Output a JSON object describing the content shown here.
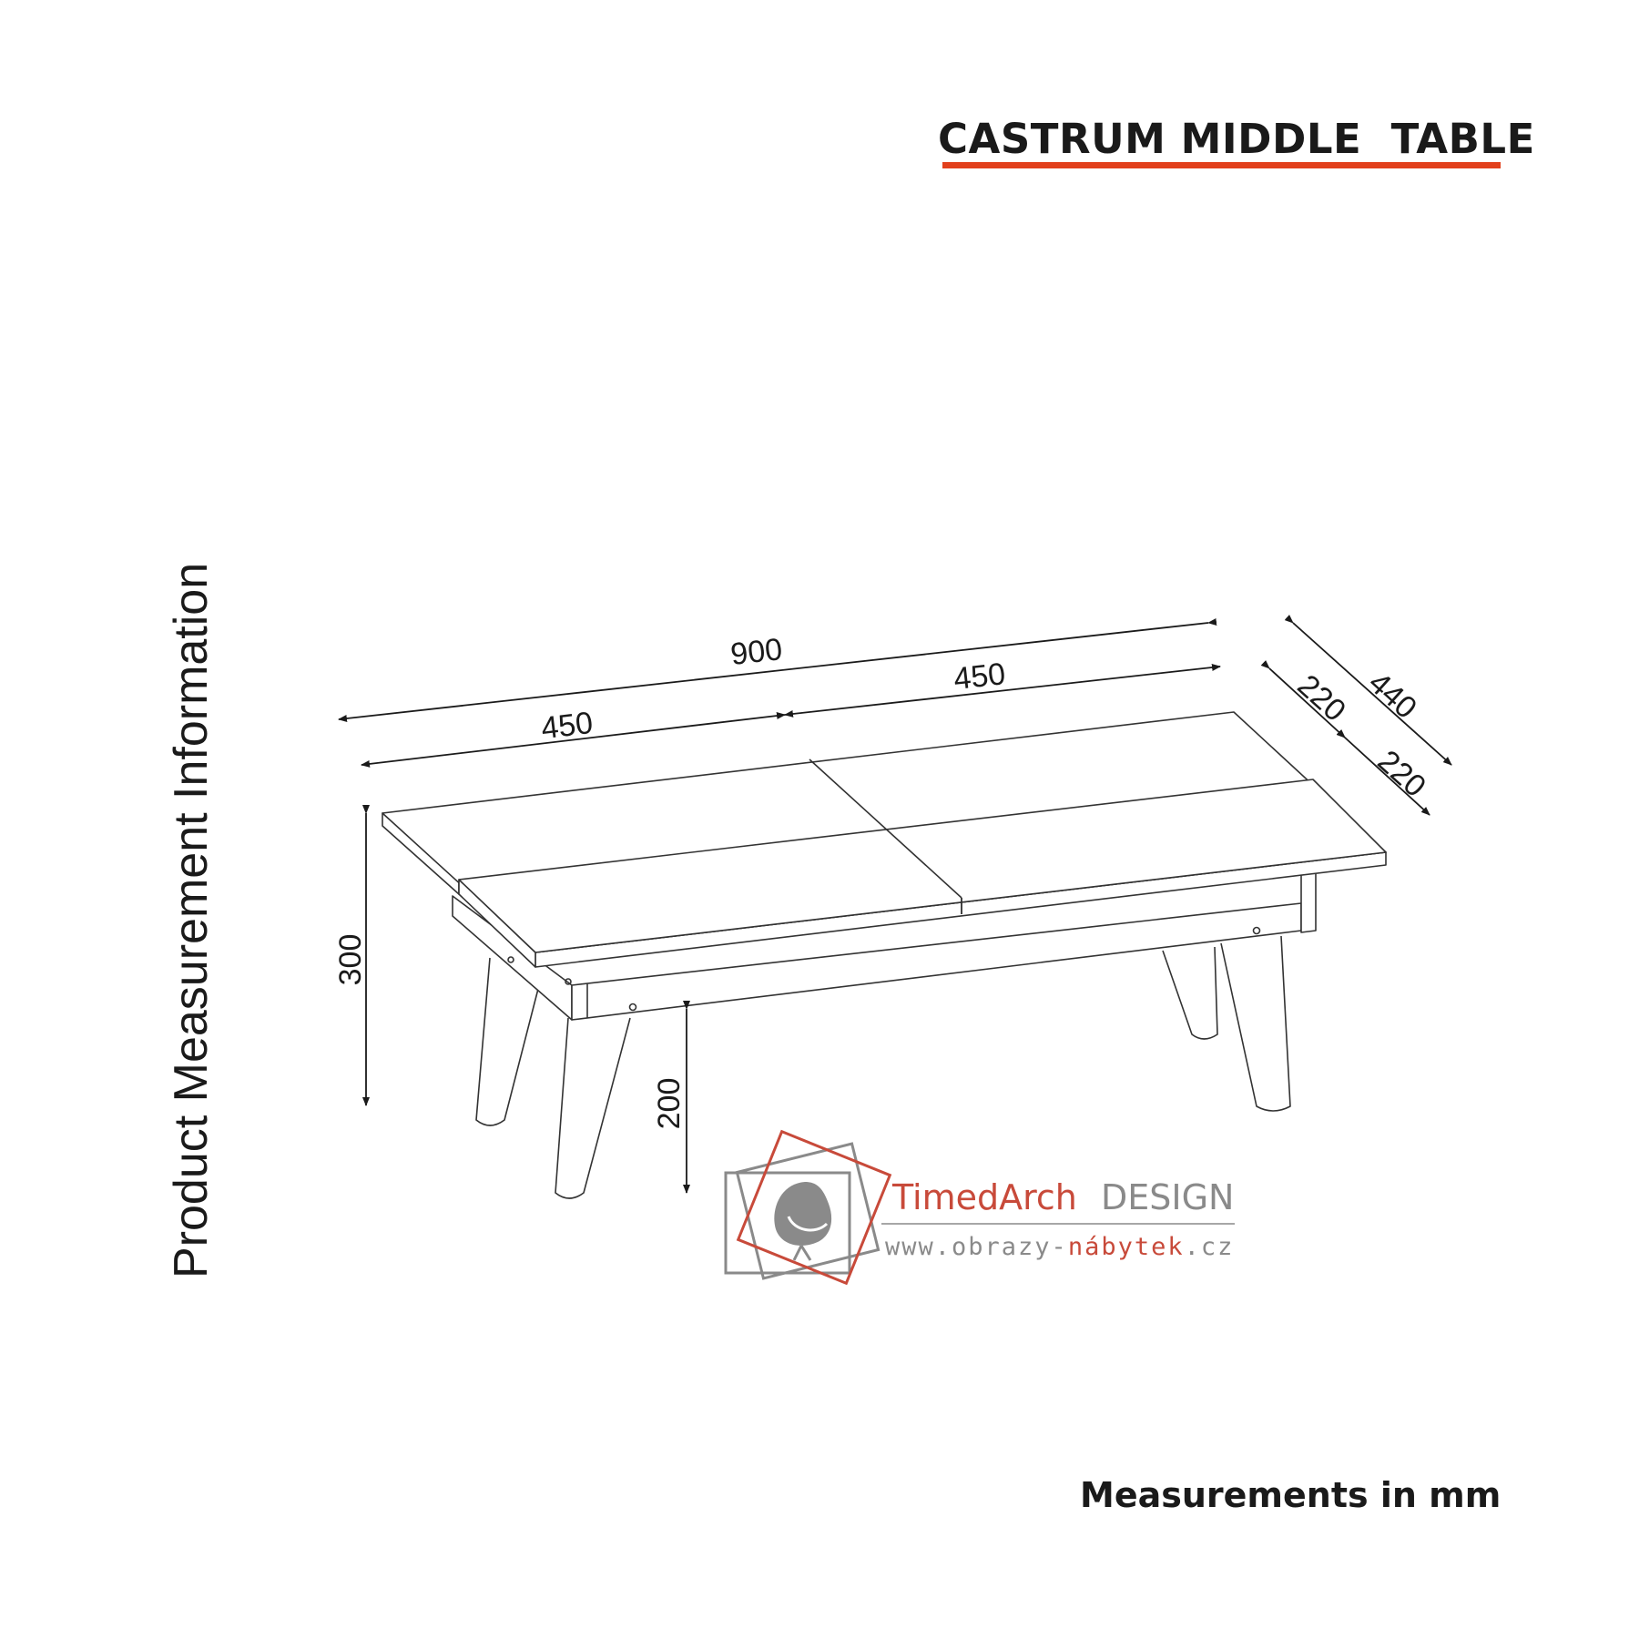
{
  "header": {
    "title": "CASTRUM MIDDLE  TABLE",
    "accent_color": "#e2401c"
  },
  "side_label": "Product Measurement Information",
  "footer": {
    "units_note": "Measurements in mm"
  },
  "dimensions": {
    "total_length": "900",
    "left_section": "450",
    "right_section": "450",
    "total_depth": "440",
    "depth_front": "220",
    "depth_back": "220",
    "total_height": "300",
    "leg_height": "200"
  },
  "watermark": {
    "brand_part1": "TimedArch",
    "brand_part2": "DESIGN",
    "url_part1": "www.obrazy-",
    "url_part2": "nábytek",
    "url_part3": ".cz",
    "brand_color": "#c84a3a",
    "gray_color": "#8a8a8a",
    "icon": "egg-chair-icon"
  }
}
